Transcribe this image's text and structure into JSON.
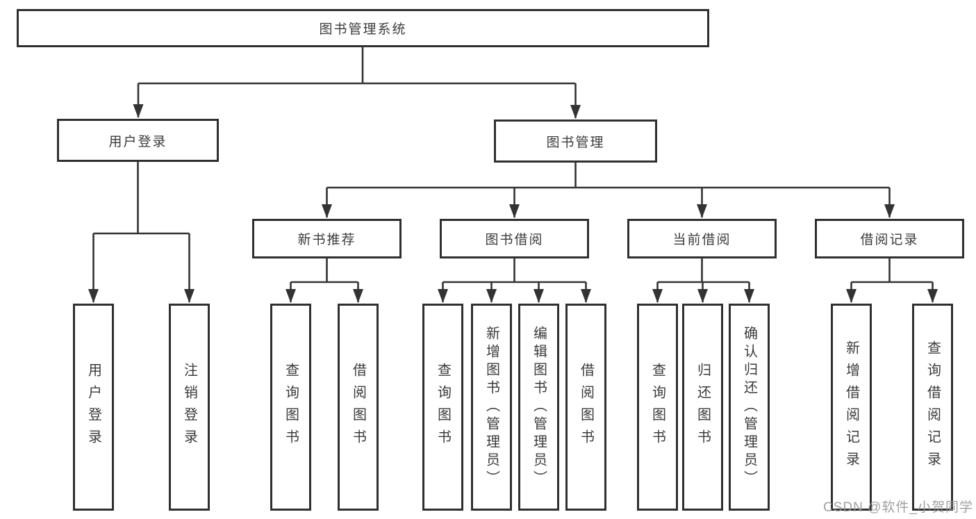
{
  "colors": {
    "line": "#333333",
    "box_border": "#2f2f2f",
    "text": "#3b3b3b",
    "watermark": "#989898",
    "background": "#ffffff"
  },
  "diagram": {
    "root": {
      "label": "图书管理系统"
    },
    "level2": [
      {
        "label": "用户登录"
      },
      {
        "label": "图书管理"
      }
    ],
    "level3": [
      {
        "label": "新书推荐"
      },
      {
        "label": "图书借阅"
      },
      {
        "label": "当前借阅"
      },
      {
        "label": "借阅记录"
      }
    ],
    "leaves": {
      "user_login": [
        {
          "label": "用户登录"
        },
        {
          "label": "注销登录"
        }
      ],
      "new_book_recommend": [
        {
          "label": "查询图书"
        },
        {
          "label": "借阅图书"
        }
      ],
      "book_borrow": [
        {
          "label": "查询图书"
        },
        {
          "label": "新增图书（管理员）"
        },
        {
          "label": "编辑图书（管理员）"
        },
        {
          "label": "借阅图书"
        }
      ],
      "current_borrow": [
        {
          "label": "查询图书"
        },
        {
          "label": "归还图书"
        },
        {
          "label": "确认归还（管理员）"
        }
      ],
      "borrow_record": [
        {
          "label": "新增借阅记录"
        },
        {
          "label": "查询借阅记录"
        }
      ]
    }
  },
  "watermark": {
    "text": "CSDN @软件_小贺同学"
  }
}
